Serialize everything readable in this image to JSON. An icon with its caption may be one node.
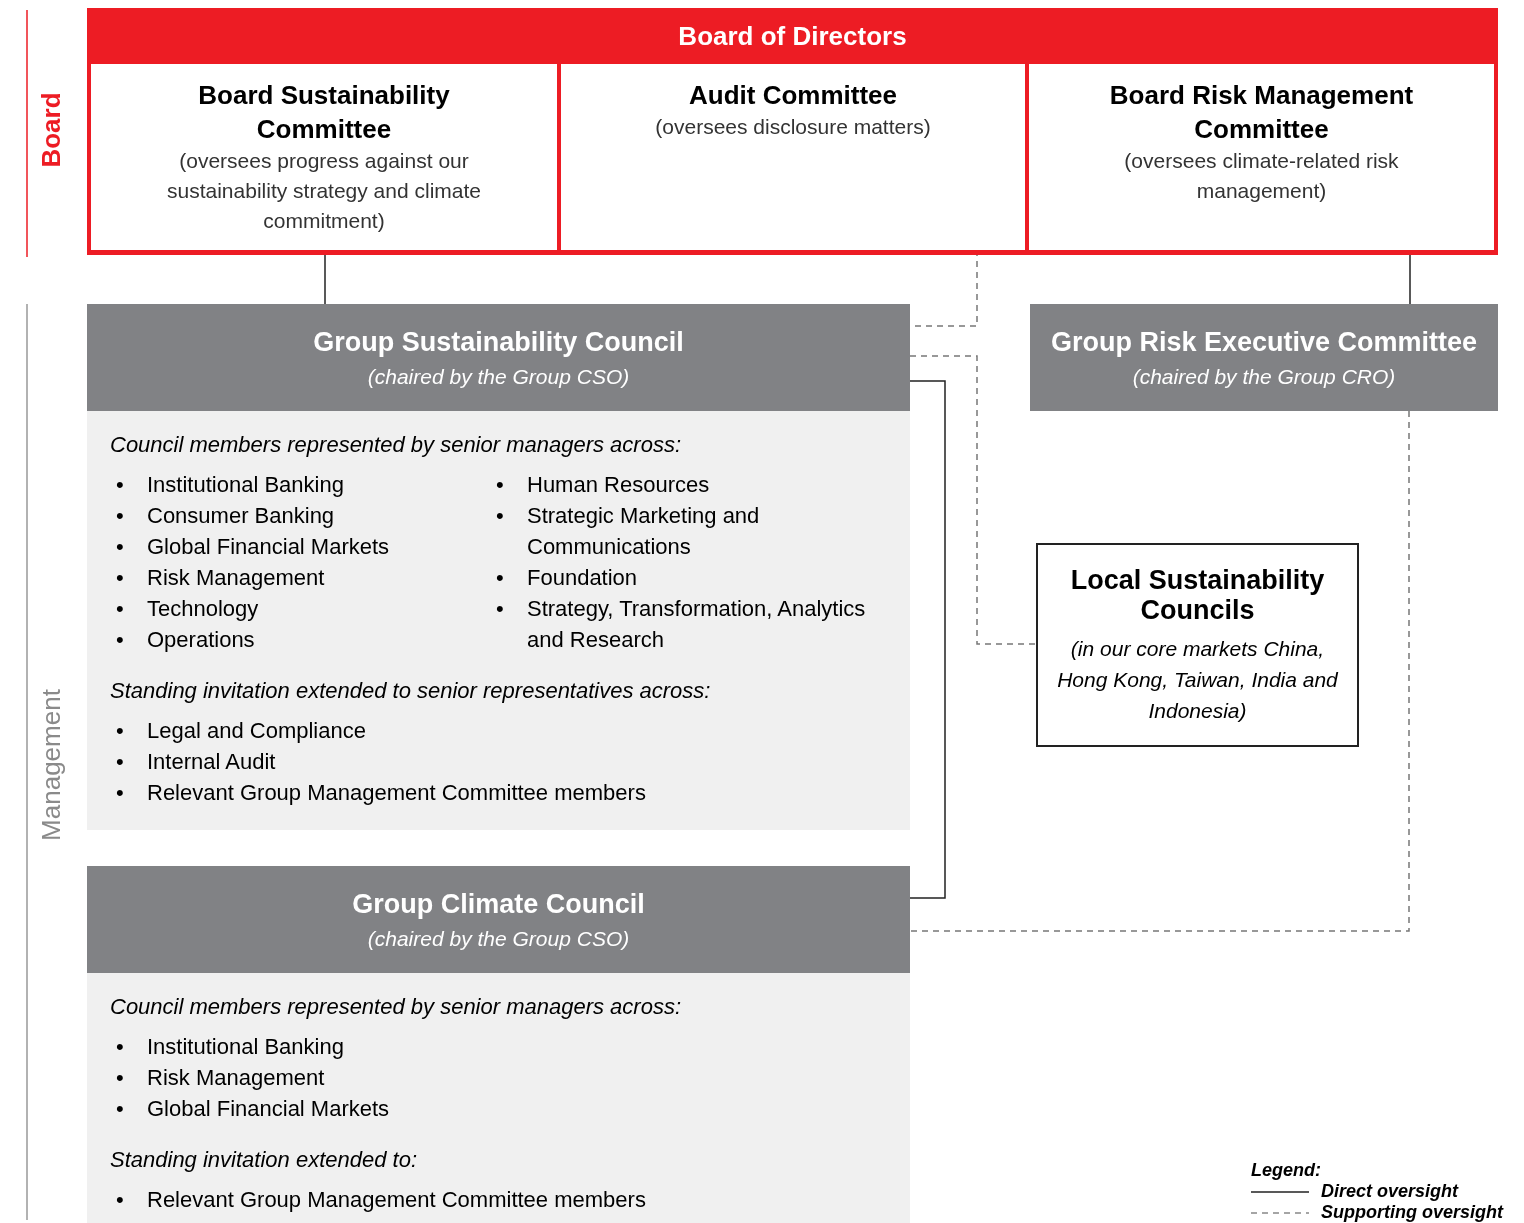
{
  "diagram": {
    "nodes": [
      {
        "text": [
          "Board of Directors"
        ]
      },
      {
        "text": [
          "Board Sustainability Committee",
          "(oversees progress against our sustainability strategy and climate commitment)"
        ],
        "in": 0
      },
      {
        "text": [
          "Audit Committee",
          "(oversees disclosure matters)"
        ],
        "in": 0
      },
      {
        "text": [
          "Board Risk Management Committee",
          "(oversees climate-related risk management)"
        ],
        "in": 0
      },
      {
        "text": [
          "Group Sustainability Council",
          "(chaired by the Group CSO)",
          "Council members represented by senior managers across:",
          "•\tInstitutional Banking",
          "•\tConsumer Banking",
          "•\tGlobal Financial Markets",
          "•\tRisk Management",
          "•\tTechnology",
          "•\tOperations",
          "•\tHuman Resources",
          "•\tStrategic Marketing and Communications",
          "•\tFoundation",
          "•\tStrategy, Transformation, Analytics and Research",
          "Standing invitation extended to senior representatives across:",
          "•\tLegal and Compliance",
          "•\tInternal Audit",
          "•\tRelevant Group Management Committee members"
        ]
      },
      {
        "text": [
          "Group Risk Executive Committee",
          "(chaired by the Group CRO)"
        ]
      },
      {
        "text": [
          "Local Sustainability Councils",
          "(in our core markets China, Hong Kong, Taiwan, India and Indonesia)"
        ]
      },
      {
        "text": [
          "Group Climate Council",
          "(chaired by the Group CSO)",
          "Council members represented by senior managers across:",
          "•\tInstitutional Banking",
          "•\tRisk Management",
          "•\tGlobal Financial Markets",
          "Standing invitation extended to:",
          "•\tRelevant Group Management Committee members"
        ]
      }
    ],
    "edges": [
      {
        "from": 1,
        "to": 4,
        "arrow": "none"
      },
      {
        "from": 2,
        "to": 4,
        "arrow": "none",
        "style": "dashed",
        "color": "#777777"
      },
      {
        "from": 3,
        "to": 5,
        "arrow": "none"
      },
      {
        "from": 4,
        "to": 6,
        "arrow": "none",
        "style": "dashed",
        "color": "#777777"
      },
      {
        "from": 4,
        "to": 7,
        "arrow": "none"
      },
      {
        "from": 5,
        "to": 7,
        "arrow": "none",
        "style": "dashed",
        "color": "#777777"
      }
    ],
    "labels": [
      "Board",
      "Management",
      "Legend:"
    ],
    "legend": [
      {
        "text": "Direct oversight"
      },
      {
        "text": "Supporting oversight"
      }
    ]
  }
}
